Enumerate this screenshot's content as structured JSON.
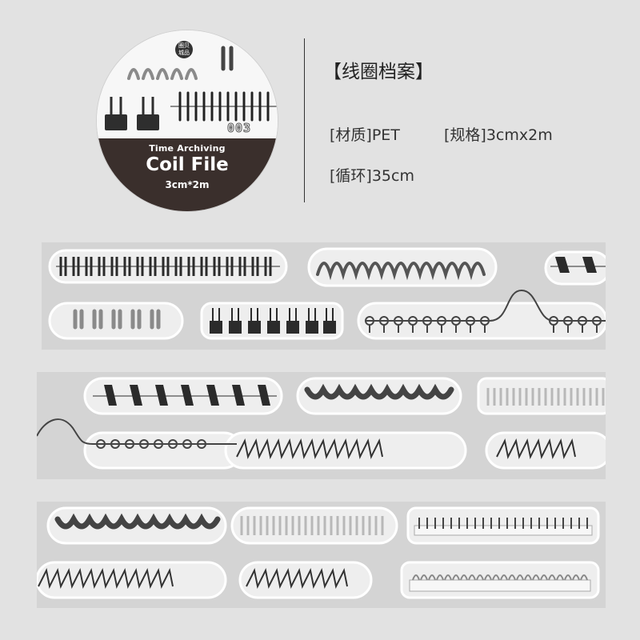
{
  "badge": {
    "logo": "圈贝\n城品",
    "series_number": "003",
    "subtitle": "Time Archiving",
    "title": "Coil File",
    "size": "3cm*2m"
  },
  "product": {
    "title": "【线圈档案】",
    "material": "[材质]PET",
    "spec": "[规格]3cmx2m",
    "cycle": "[循环]35cm"
  },
  "colors": {
    "background": "#e2e2e2",
    "strip": "#d4d4d4",
    "badge_dark": "#3a2f2c",
    "coil_dark": "#2b2b2b",
    "coil_silver": "#bdbdbd"
  }
}
